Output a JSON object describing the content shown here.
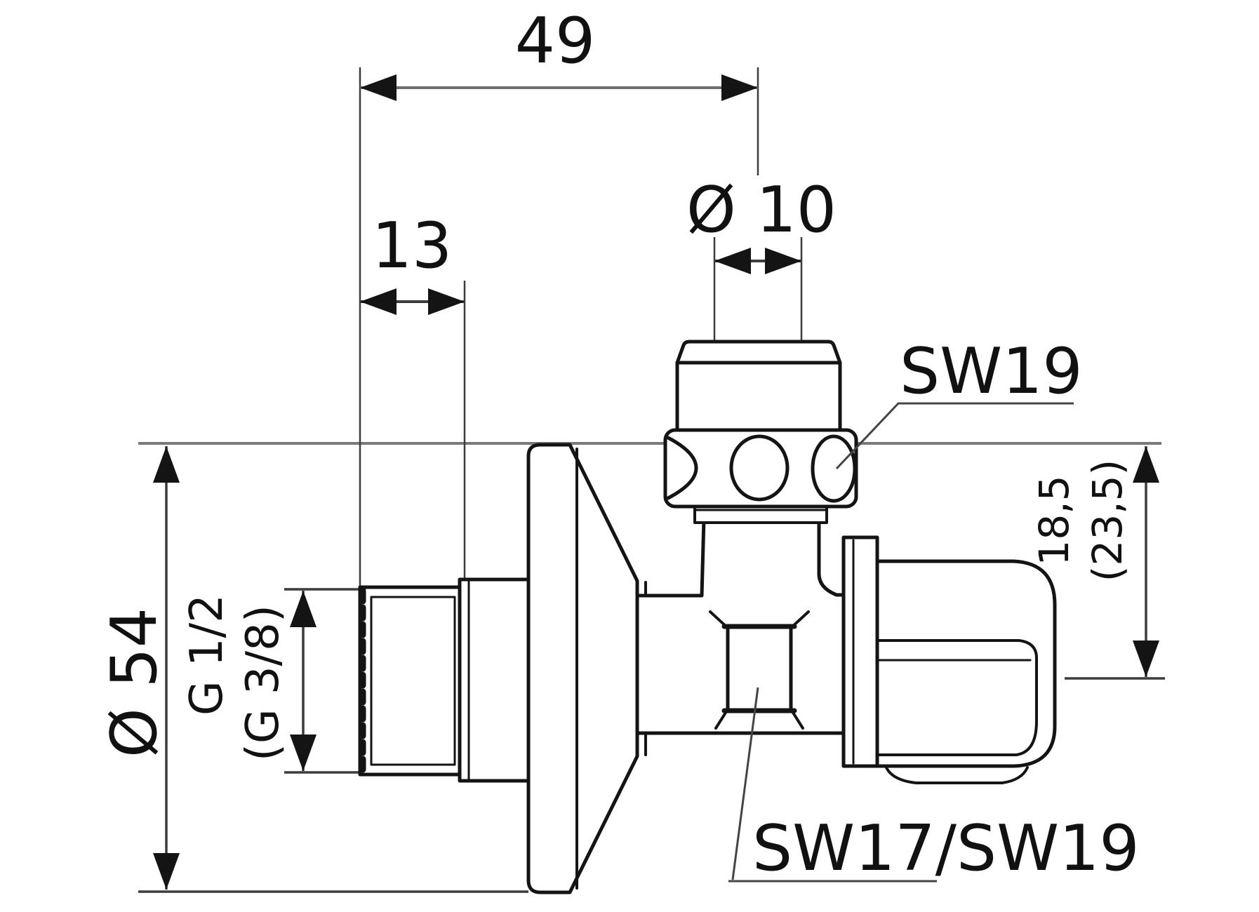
{
  "drawing": {
    "type": "technical-diagram",
    "subject": "angle valve side elevation with dimensions",
    "colors": {
      "background": "#ffffff",
      "outline": "#141414",
      "dimension_line": "#3c3c3c",
      "reference_line": "#7a7a7a"
    },
    "dimensions": {
      "overall_depth": "49",
      "thread_length": "13",
      "outlet_pipe_diameter": "Ø 10",
      "flange_diameter": "Ø 54",
      "inlet_thread": "G 1/2",
      "inlet_thread_alt": "(G 3/8)",
      "outlet_offset": "18,5",
      "outlet_offset_alt": "(23,5)"
    },
    "labels": {
      "compression_nut_wrench": "SW19",
      "body_wrench_sizes": "SW17/SW19"
    }
  }
}
